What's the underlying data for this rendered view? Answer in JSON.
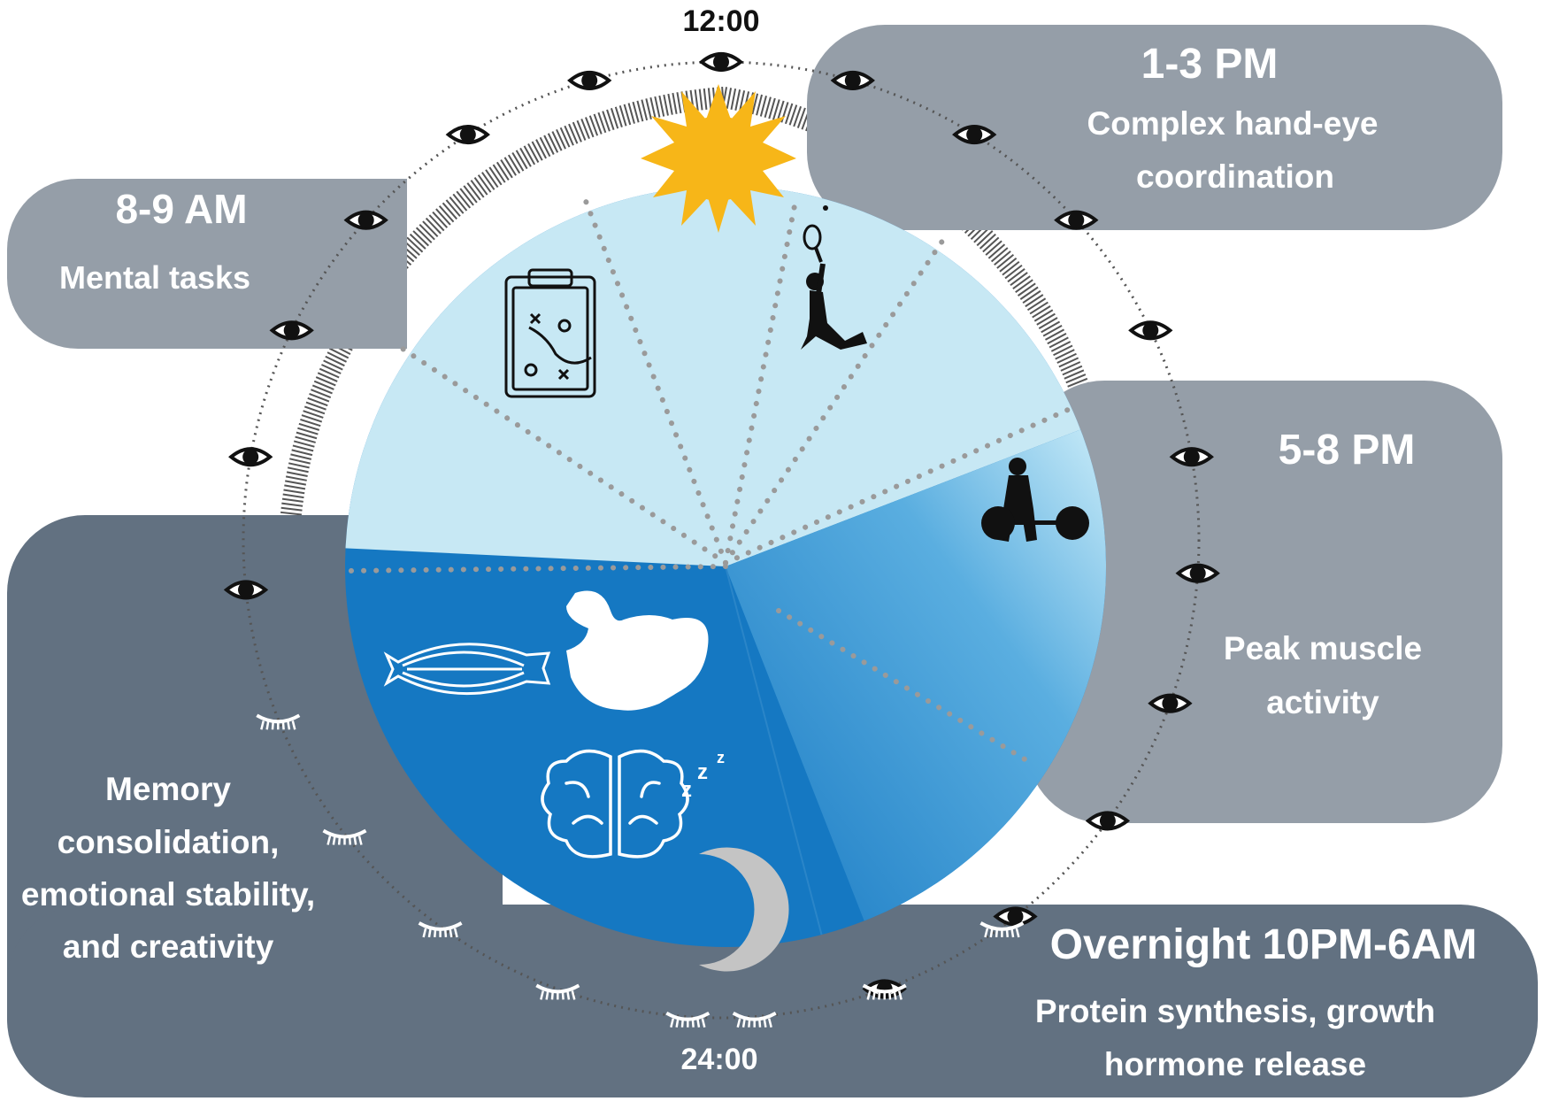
{
  "clock": {
    "noon_label": "12:00",
    "midnight_label": "24:00"
  },
  "panels": {
    "morning": {
      "time": "8-9 AM",
      "lines": [
        "Mental tasks"
      ]
    },
    "afternoon": {
      "time": "1-3 PM",
      "lines": [
        "Complex hand-eye",
        "coordination"
      ]
    },
    "evening": {
      "time": "5-8 PM",
      "lines": [
        "Peak muscle",
        "activity"
      ]
    },
    "overnight": {
      "time": "Overnight 10PM-6AM",
      "lines": [
        "Protein synthesis, growth",
        "hormone release"
      ]
    },
    "sleep_cognition": {
      "lines": [
        "Memory",
        "consolidation,",
        "emotional stability,",
        "and creativity"
      ]
    }
  },
  "colors": {
    "panel_light": "#959ea8",
    "panel_dark": "#627181",
    "day_sky": "#c7e8f4",
    "night_sky": "#1578c2",
    "sun": "#f7b618",
    "moon": "#c4c4c4",
    "ring_dots": "#555555"
  },
  "icons": {
    "day_markers": "open-eye-icon",
    "night_markers": "closed-eye-icon",
    "sun": "sun-icon",
    "moon": "moon-icon",
    "clipboard": "tactics-clipboard-icon",
    "tennis": "tennis-player-icon",
    "weightlifter": "weightlifter-icon",
    "muscle": "flexed-arm-icon",
    "fiber": "muscle-fiber-icon",
    "brain": "sleeping-brain-icon"
  }
}
